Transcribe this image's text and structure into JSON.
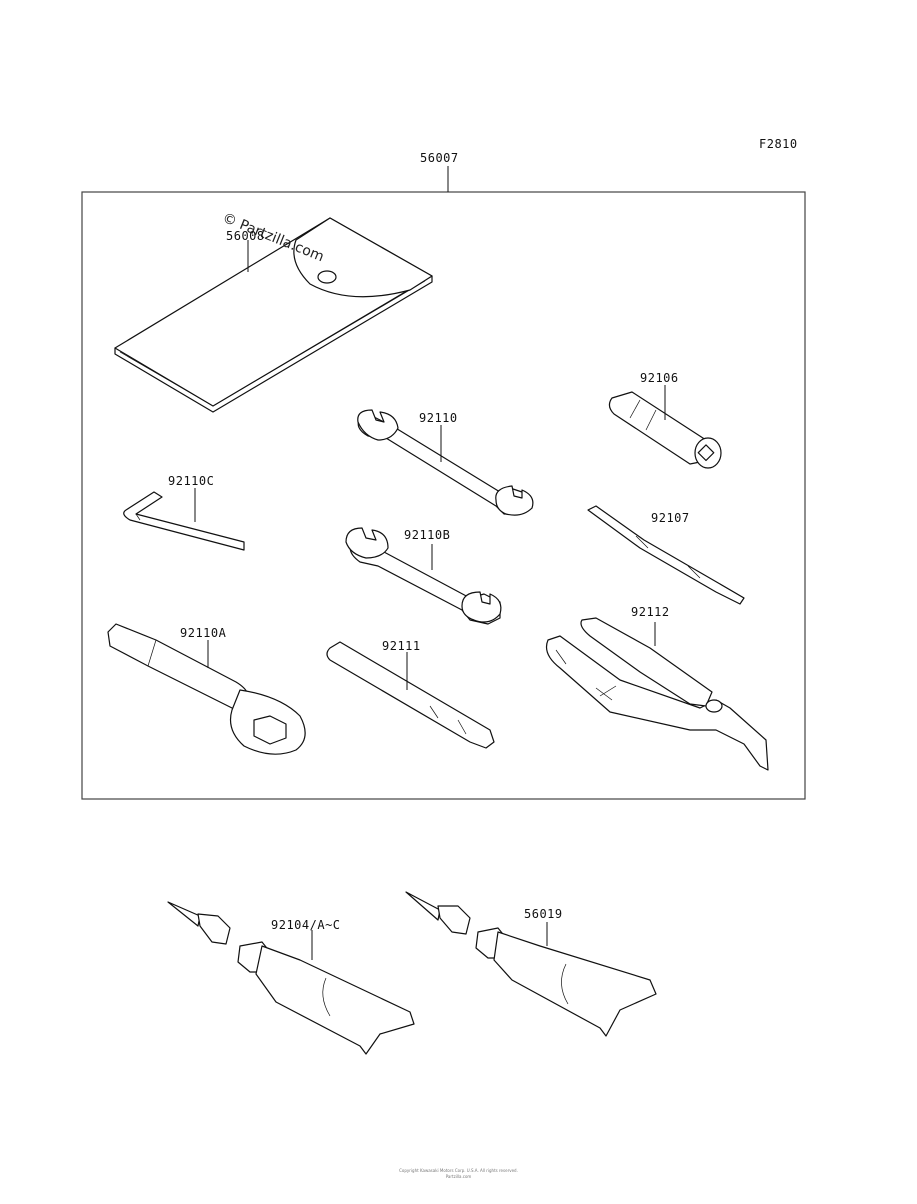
{
  "figure": {
    "code": "F2810",
    "watermark": "© Partzilla.com",
    "footer_line1": "Copyright Kawasaki Motors Corp. U.S.A. All rights reserved.",
    "footer_line2": "Partzilla.com"
  },
  "parts": {
    "kit": "56007",
    "case": "56008",
    "cap_driver": "92106",
    "wrench_open_1": "92110",
    "hex_key": "92110C",
    "screwdriver": "92107",
    "wrench_open_2": "92110B",
    "pliers": "92112",
    "box_wrench": "92110A",
    "handle_bar": "92111",
    "grease_tube_1": "92104/A~C",
    "grease_tube_2": "56019"
  }
}
